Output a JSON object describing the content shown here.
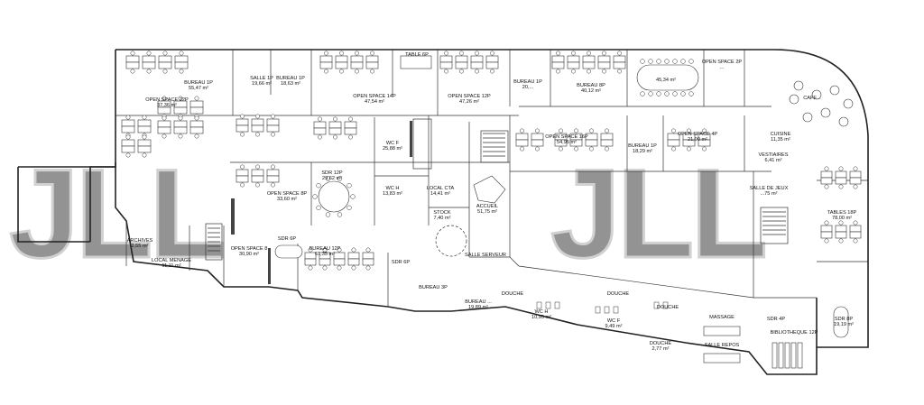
{
  "watermark": "JLL",
  "rooms": [
    {
      "id": "bureau1",
      "name": "BUREAU 1P",
      "area": "55,47 m²"
    },
    {
      "id": "open22",
      "name": "OPEN SPACE 22P",
      "area": "37,36 m²"
    },
    {
      "id": "salle",
      "name": "SALLE 1P",
      "area": "19,66 m²"
    },
    {
      "id": "bureau1b",
      "name": "BUREAU 1P",
      "area": "18,63 m²"
    },
    {
      "id": "open14",
      "name": "OPEN SPACE 14P",
      "area": "47,54 m²"
    },
    {
      "id": "table6",
      "name": "TABLE 6P",
      "area": ""
    },
    {
      "id": "open12",
      "name": "OPEN SPACE 12P",
      "area": "47,26 m²"
    },
    {
      "id": "bureau1c",
      "name": "BUREAU 1P",
      "area": "20,..."
    },
    {
      "id": "bureau8",
      "name": "BUREAU 8P",
      "area": "40,12 m²"
    },
    {
      "id": "meeting",
      "name": "",
      "area": "45,34 m²"
    },
    {
      "id": "open2p",
      "name": "OPEN SPACE 2P",
      "area": "..."
    },
    {
      "id": "cafe",
      "name": "CAFE...",
      "area": ""
    },
    {
      "id": "wcf",
      "name": "WC F",
      "area": "25,88 m²"
    },
    {
      "id": "open16",
      "name": "OPEN SPACE 16P",
      "area": "54,95 m²"
    },
    {
      "id": "bureau1d",
      "name": "BUREAU 1P",
      "area": "18,29 m²"
    },
    {
      "id": "open4",
      "name": "OPEN SPACE 4P",
      "area": "21,90 m²"
    },
    {
      "id": "cuisine",
      "name": "CUISINE",
      "area": "11,35 m²"
    },
    {
      "id": "vestiaires",
      "name": "VESTIAIRES",
      "area": "6,41 m²"
    },
    {
      "id": "salle_jeux",
      "name": "SALLE DE JEUX",
      "area": "...75 m²"
    },
    {
      "id": "sdr12",
      "name": "SDR 12P",
      "area": "29,62 m²"
    },
    {
      "id": "open8a",
      "name": "OPEN SPACE 8P",
      "area": "33,60 m²"
    },
    {
      "id": "wch",
      "name": "WC H",
      "area": "13,83 m²"
    },
    {
      "id": "local_cta",
      "name": "LOCAL CTA",
      "area": "14,41 m²"
    },
    {
      "id": "stock",
      "name": "STOCK",
      "area": "7,40 m²"
    },
    {
      "id": "accueil",
      "name": "ACCUEIL",
      "area": "51,75 m²"
    },
    {
      "id": "tables18",
      "name": "TABLES 18P",
      "area": "78,00 m²"
    },
    {
      "id": "archives",
      "name": "ARCHIVES",
      "area": "2,55 m²"
    },
    {
      "id": "local_menage",
      "name": "LOCAL MENAGE",
      "area": "11,11 m²"
    },
    {
      "id": "open8b",
      "name": "OPEN SPACE 8",
      "area": "30,90 m²"
    },
    {
      "id": "sdr6",
      "name": "SDR 6P",
      "area": ""
    },
    {
      "id": "bureau12",
      "name": "BUREAU 12P",
      "area": "61,35 m²"
    },
    {
      "id": "salle_serveur",
      "name": "SALLE SERVEUR",
      "area": ""
    },
    {
      "id": "sdr6b",
      "name": "SDR 6P",
      "area": ""
    },
    {
      "id": "bureau3",
      "name": "BUREAU 3P",
      "area": ""
    },
    {
      "id": "bureau4",
      "name": "BUREAU ...",
      "area": "19,89 m²"
    },
    {
      "id": "douche1",
      "name": "DOUCHE",
      "area": ""
    },
    {
      "id": "wch2",
      "name": "WC H",
      "area": "10,95 m²"
    },
    {
      "id": "douche2",
      "name": "DOUCHE",
      "area": ""
    },
    {
      "id": "wcf2",
      "name": "WC F",
      "area": "9,49 m²"
    },
    {
      "id": "douche3",
      "name": "DOUCHE",
      "area": ""
    },
    {
      "id": "douche4",
      "name": "DOUCHE",
      "area": "2,77 m²"
    },
    {
      "id": "massage",
      "name": "MASSAGE",
      "area": ""
    },
    {
      "id": "salle_repos",
      "name": "SALLE REPOS",
      "area": ""
    },
    {
      "id": "sdr4",
      "name": "SDR 4P",
      "area": ""
    },
    {
      "id": "bibliotheque",
      "name": "BIBLIOTHEQUE 12P",
      "area": ""
    },
    {
      "id": "sdr8",
      "name": "SDR 8P",
      "area": "19,19 m²"
    }
  ]
}
